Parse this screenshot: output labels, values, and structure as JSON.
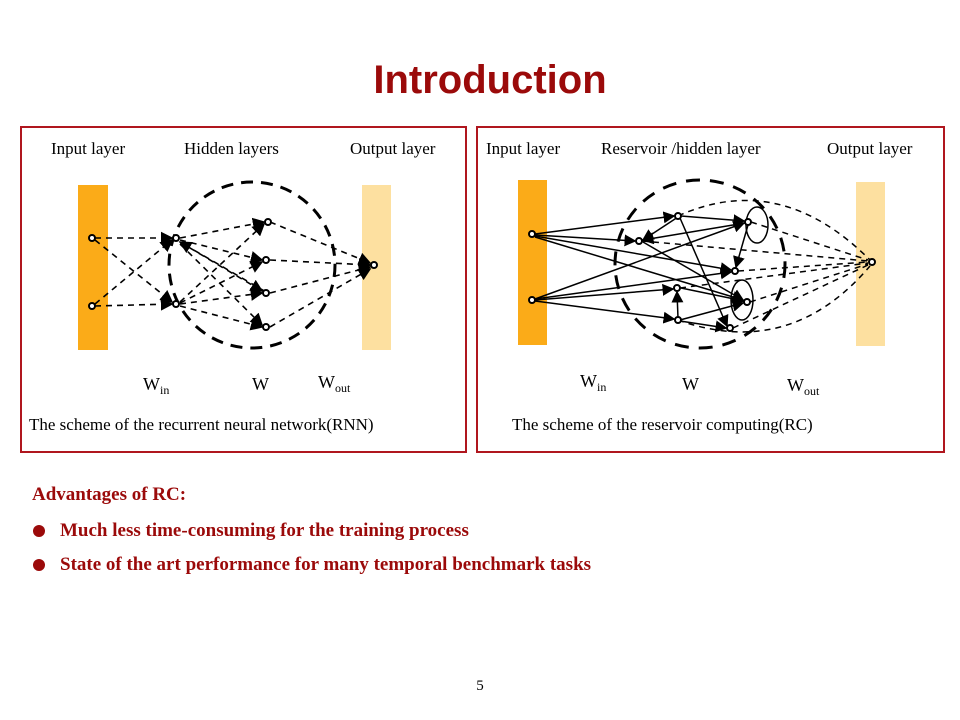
{
  "title": "Introduction",
  "rnn": {
    "input_label": "Input layer",
    "hidden_label": "Hidden layers",
    "output_label": "Output layer",
    "w_in": "W",
    "w_in_sub": "in",
    "w": "W",
    "w_out": "W",
    "w_out_sub": "out",
    "caption": "The scheme of the recurrent neural network(RNN)"
  },
  "rc": {
    "input_label": "Input layer",
    "hidden_label": "Reservoir /hidden layer",
    "output_label": "Output layer",
    "w_in": "W",
    "w_in_sub": "in",
    "w": "W",
    "w_out": "W",
    "w_out_sub": "out",
    "caption": "The scheme of the reservoir computing(RC)"
  },
  "advantages": {
    "heading": "Advantages of RC:",
    "items": [
      "Much less time-consuming for the training process",
      "State of the art performance for many temporal benchmark tasks"
    ]
  },
  "page_number": "5",
  "colors": {
    "accent": "#9b0a0a",
    "input_bar": "#fbab18",
    "output_bar": "#fde0a0"
  }
}
